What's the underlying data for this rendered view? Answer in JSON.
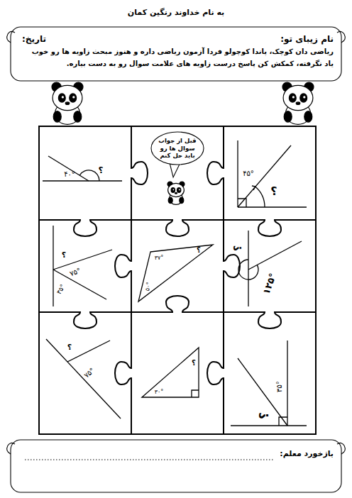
{
  "diagram": {
    "title": "به نام خداوند رنگین کمان",
    "nodes": [
      {
        "text": [
          "قبل از جواب سوال ها رو باید حل کنم"
        ]
      }
    ],
    "labels": [
      "نام زیبای تو:",
      "تاریخ:",
      "ریاضی دان کوچک، پاندا کوچولو فردا آزمون ریاضی داره و هنوز مبحث زاویه ها رو خوب یاد نگرفته، کمکش کن پاسخ درست زاویه های علامت سوال رو به دست بیاره.",
      "۴۰°",
      "؟",
      "۴۵°",
      "؟",
      "؟",
      "۷۵°",
      "۳۵°",
      "۳۷°",
      "؟",
      "۵۰°",
      "؟",
      "۱۲۵°",
      "؟",
      "۷۵°",
      "؟",
      "۳۰°",
      "۳۵°",
      "؟",
      "بازخورد معلم:"
    ]
  }
}
